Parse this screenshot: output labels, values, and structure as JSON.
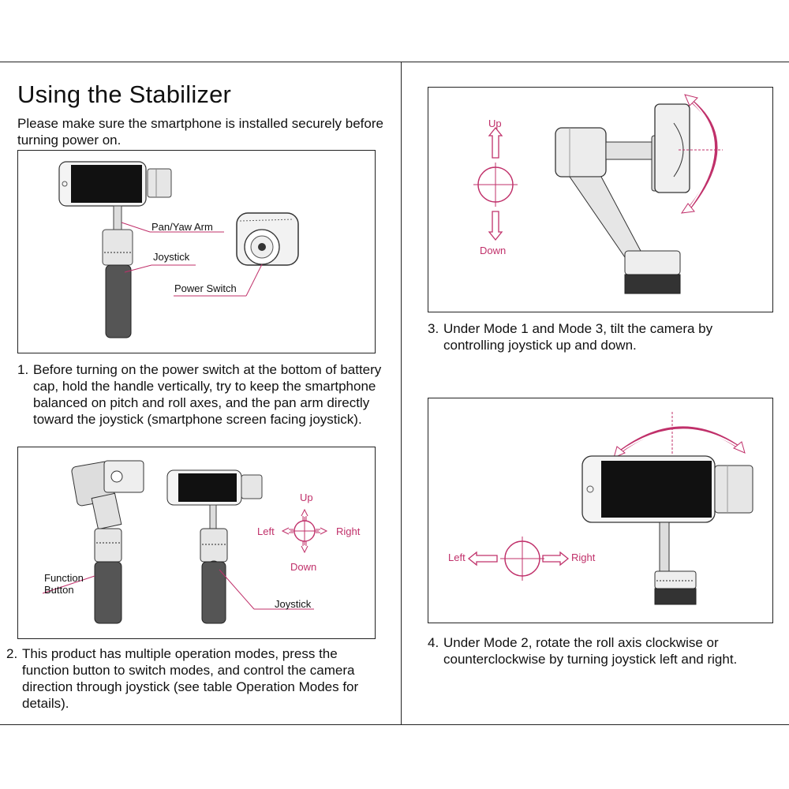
{
  "title": "Using the Stabilizer",
  "intro": "Please make sure the smartphone is installed securely before turning power on.",
  "figure1": {
    "labels": {
      "pan_arm": "Pan/Yaw  Arm",
      "joystick": "Joystick",
      "power_switch": "Power Switch"
    }
  },
  "steps": [
    {
      "num": "1.",
      "text": "Before turning on the power switch at the bottom of battery cap, hold the handle vertically, try to keep the smartphone balanced on pitch and roll axes, and the pan arm directly toward the joystick (smartphone screen facing joystick)."
    },
    {
      "num": "2.",
      "text": "This product has multiple operation modes, press the function button to switch modes, and control the camera direction through joystick (see table Operation Modes for details)."
    },
    {
      "num": "3.",
      "text": "Under Mode 1 and Mode 3, tilt the camera by controlling joystick up and down."
    },
    {
      "num": "4.",
      "text": "Under Mode 2, rotate the roll axis clockwise or counterclockwise by turning joystick left and right."
    }
  ],
  "figure2": {
    "labels": {
      "function_button": "Function Button",
      "joystick": "Joystick"
    },
    "directions": {
      "up": "Up",
      "down": "Down",
      "left": "Left",
      "right": "Right"
    }
  },
  "figure3": {
    "directions": {
      "up": "Up",
      "down": "Down"
    }
  },
  "figure4": {
    "directions": {
      "left": "Left",
      "right": "Right"
    }
  },
  "colors": {
    "accent": "#c0306a",
    "line": "#222222"
  }
}
